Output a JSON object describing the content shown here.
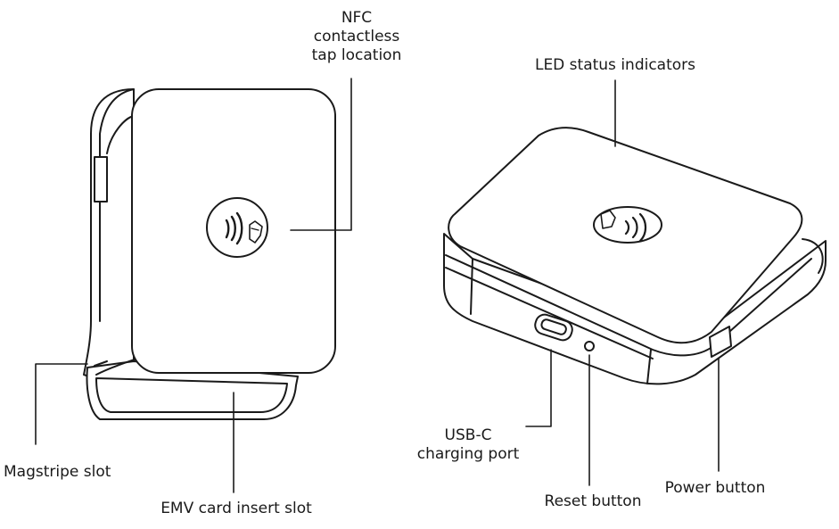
{
  "labels": {
    "nfc_line1": "NFC",
    "nfc_line2": "contactless",
    "nfc_line3": "tap location",
    "led": "LED status indicators",
    "magstripe": "Magstripe slot",
    "emv": "EMV card insert slot",
    "usbc_line1": "USB-C",
    "usbc_line2": "charging port",
    "reset": "Reset button",
    "power": "Power button"
  },
  "colors": {
    "stroke": "#1a1a1a",
    "fill": "#ffffff"
  }
}
